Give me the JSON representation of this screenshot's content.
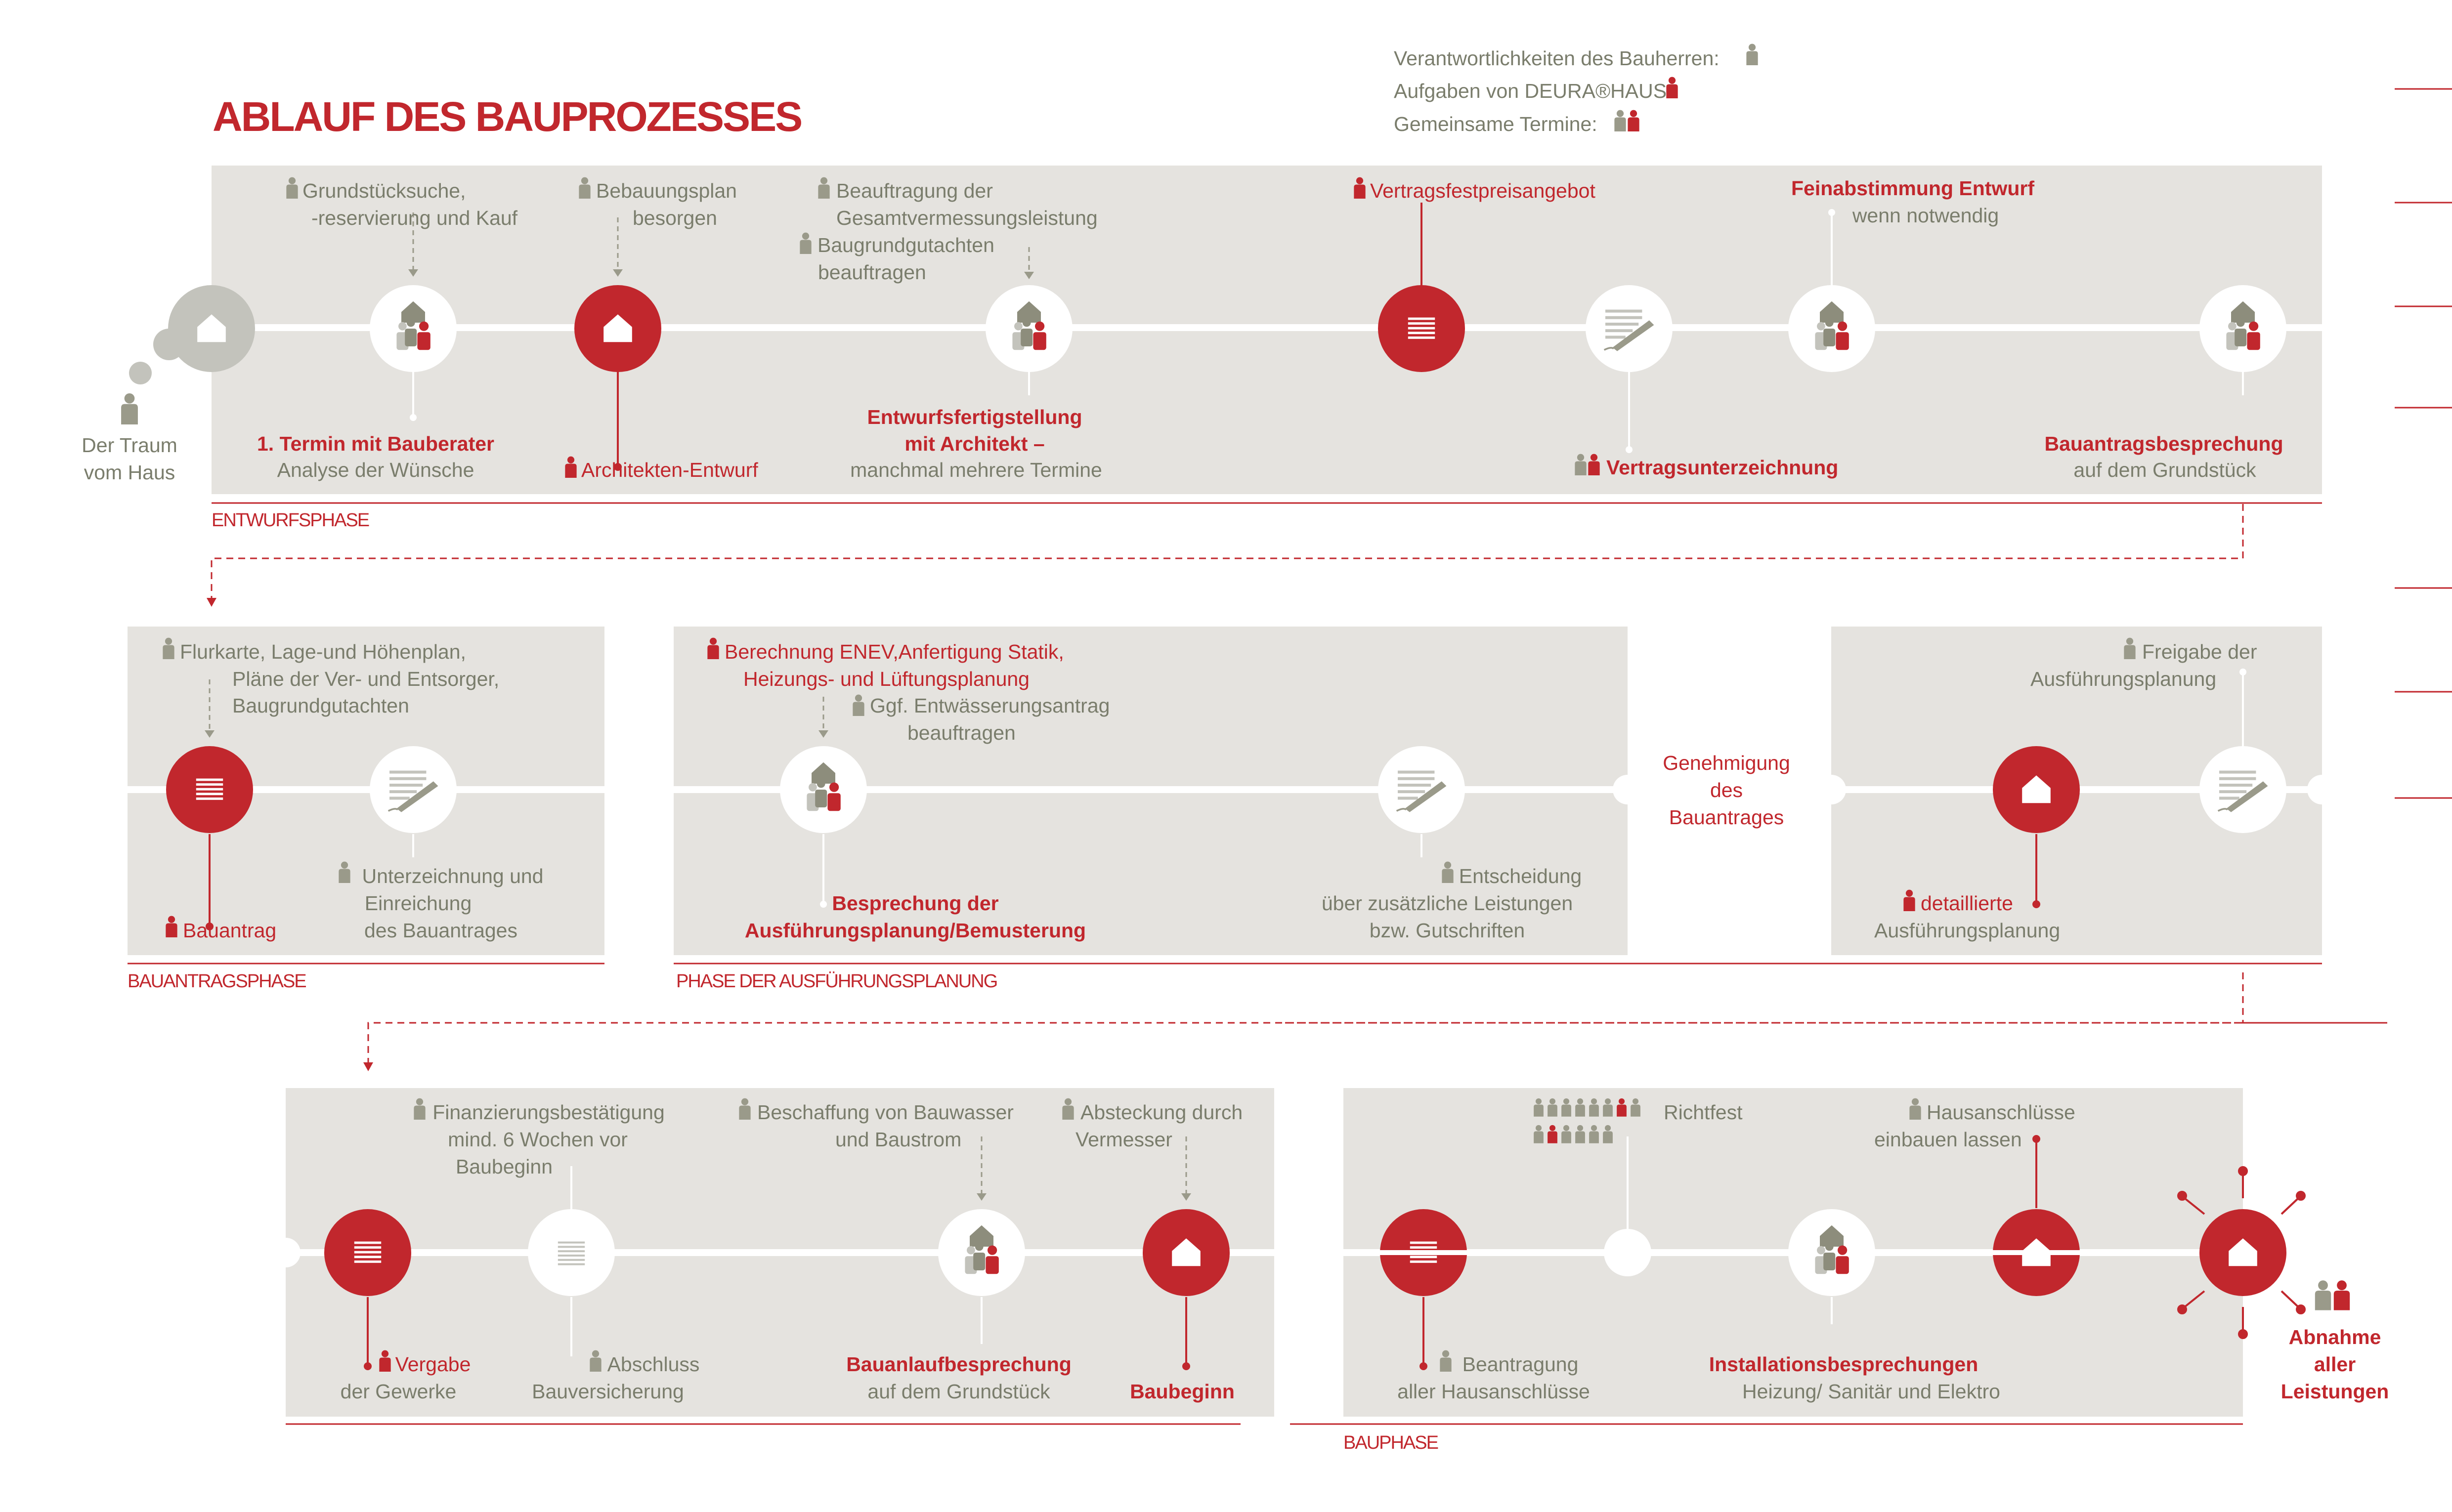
{
  "title": "ABLAUF DES BAUPROZESSES",
  "colors": {
    "accent": "#c1272d",
    "panel": "#e5e3df",
    "neutral": "#7a7d6c",
    "icon_grey": "#9a9a8a",
    "line": "#ffffff"
  },
  "legend": {
    "owner": "Verantwortlichkeiten  des Bauherren:",
    "deura": "Aufgaben  von DEURA®HAUS:",
    "joint": "Gemeinsame Termine:"
  },
  "phases": {
    "design": "ENTWURFSPHASE",
    "permit": "BAUANTRAGSPHASE",
    "execution_planning": "PHASE DER AUSFÜHRUNGSPLANUNG",
    "construction": "BAUPHASE"
  },
  "row1": {
    "dream": [
      "Der Traum",
      "vom Haus"
    ],
    "lot_search": [
      "Grundstücksuche,",
      "-reservierung und Kauf"
    ],
    "building_plan": [
      "Bebauungsplan",
      "besorgen"
    ],
    "survey": [
      "Beauftragung der",
      "Gesamtvermessungsleistung"
    ],
    "soil_report": [
      "Baugrundgutachten",
      "beauftragen"
    ],
    "fixed_price": "Vertragsfestpreisangebot",
    "fine_tuning": [
      "Feinabstimmung Entwurf",
      "wenn notwendig"
    ],
    "first_meeting": [
      "1. Termin mit  Bauberater",
      "Analyse der Wünsche"
    ],
    "architect_draft": "Architekten-Entwurf",
    "draft_completion": [
      "Entwurfsfertigstellung",
      "mit Architekt –",
      "manchmal mehrere Termine"
    ],
    "contract_signing": "Vertragsunterzeichnung",
    "permit_meeting": [
      "Bauantragsbesprechung",
      "auf dem Grundstück"
    ]
  },
  "row2": {
    "cadastral": [
      "Flurkarte, Lage-und Höhenplan,",
      "Pläne der Ver- und Entsorger,",
      "Baugrundgutachten"
    ],
    "permit_application": "Bauantrag",
    "permit_signing": [
      "Unterzeichnung und",
      "Einreichung",
      "des Bauantrages"
    ],
    "enev": [
      "Berechnung ENEV,Anfertigung  Statik,",
      "Heizungs- und Lüftungsplanung"
    ],
    "drainage": [
      "Ggf. Entwässerungsantrag",
      "beauftragen"
    ],
    "execution_meeting": [
      "Besprechung der",
      "Ausführungsplanung/Bemusterung"
    ],
    "decision": [
      "Entscheidung",
      "über zusätzliche Leistungen",
      "bzw. Gutschriften"
    ],
    "approval": [
      "Genehmigung",
      "des",
      "Bauantrages"
    ],
    "release": [
      "Freigabe der",
      "Ausführungsplanung"
    ],
    "detailed_planning": [
      "detaillierte",
      "Ausführungsplanung"
    ]
  },
  "row3": {
    "financing": [
      "Finanzierungsbestätigung",
      "mind. 6 Wochen vor",
      "Baubeginn"
    ],
    "water_power": [
      "Beschaffung von Bauwasser",
      "und Baustrom"
    ],
    "staking": [
      "Absteckung durch",
      "Vermesser"
    ],
    "awarding": [
      "Vergabe",
      "der Gewerke"
    ],
    "insurance": [
      "Abschluss",
      "Bauversicherung"
    ],
    "site_meeting": [
      "Bauanlaufbesprechung",
      "auf dem Grundstück"
    ],
    "construction_start": "Baubeginn",
    "topping_out": "Richtfest",
    "connections": [
      "Hausanschlüsse",
      "einbauen lassen"
    ],
    "connection_application": [
      "Beantragung",
      "aller Hausanschlüsse"
    ],
    "installation_meetings": [
      "Installationsbesprechungen",
      "Heizung/ Sanitär und Elektro"
    ],
    "acceptance": [
      "Abnahme",
      "aller",
      "Leistungen"
    ]
  }
}
